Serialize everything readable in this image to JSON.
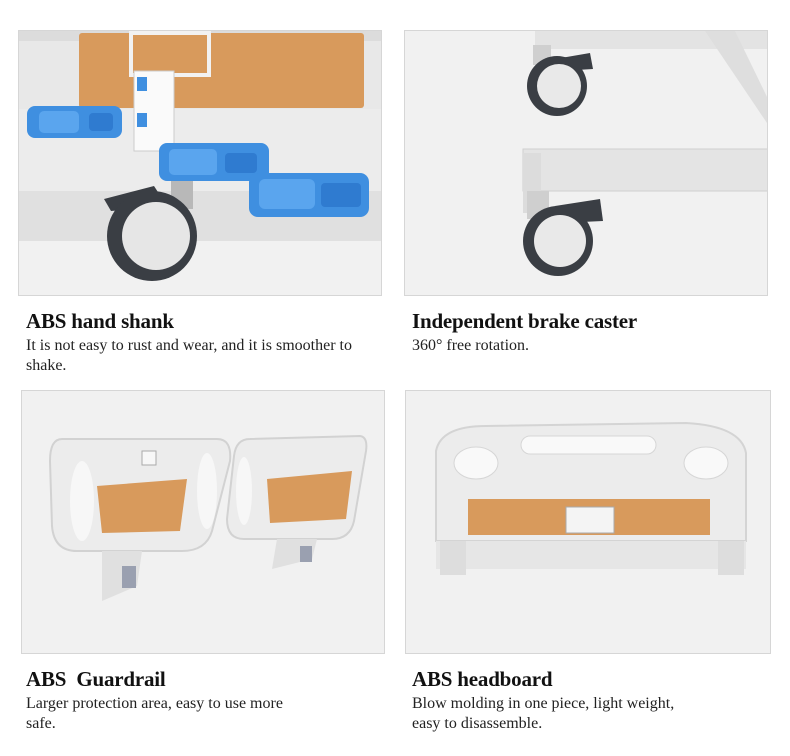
{
  "features": [
    {
      "title": "ABS hand shank",
      "description": "It is not easy to rust and wear, and it is smoother to shake."
    },
    {
      "title": "Independent brake caster",
      "description": "360° free rotation."
    },
    {
      "title": "ABS  Guardrail",
      "description": "Larger protection area, easy to use more safe."
    },
    {
      "title": "ABS headboard",
      "description": "Blow molding in one piece, light weight, easy to disassemble."
    }
  ],
  "colors": {
    "wood": "#d89a5c",
    "plastic": "#ececec",
    "handle_blue": "#3f8fe0",
    "wheel_dark": "#3a3e44",
    "panel_bg": "#f1f1f1"
  }
}
